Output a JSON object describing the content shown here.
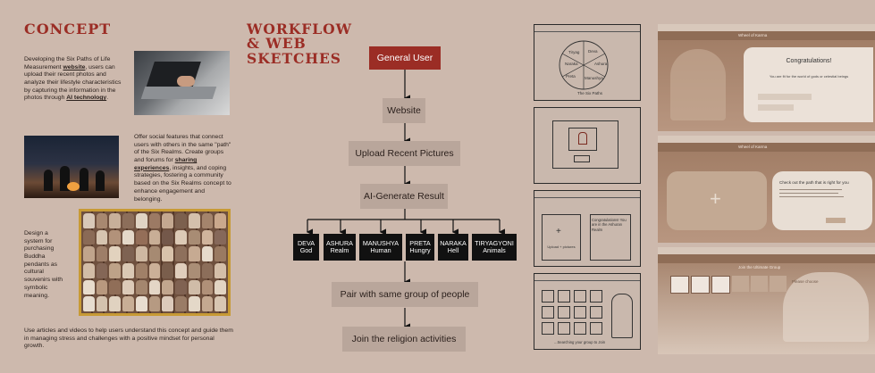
{
  "concept": {
    "title": "CONCEPT",
    "p1": {
      "pre": "Developing the Six Paths of Life Measurement ",
      "b1": "website",
      "mid": ", users can upload their recent photos and analyze their lifestyle characteristics by capturing the information in the photos through ",
      "b2": "AI technology",
      "post": "."
    },
    "p2": {
      "pre": "Offer social features that connect users with others in the same \"path\" of the Six Realms. Create groups and forums for ",
      "b1": "sharing experiences",
      "post": ", insights, and coping strategies, fostering a community based on the Six Realms concept to enhance engagement and belonging."
    },
    "p3": "Design a system for purchasing Buddha pendants as cultural souvenirs with symbolic meaning.",
    "p4": "Use articles and videos to help users understand this concept and guide them in managing stress and challenges with a positive mindset for personal growth."
  },
  "workflow": {
    "title_line1": "WORKFLOW",
    "title_line2": "& WEB",
    "title_line3": "SKETCHES",
    "steps": [
      "General User",
      "Website",
      "Upload Recent Pictures",
      "AI-Generate Result",
      "Pair with same group of people",
      "Join the religion activities"
    ],
    "realms": [
      {
        "name": "DEVA",
        "sub": "God"
      },
      {
        "name": "ASHURA",
        "sub": "Realm"
      },
      {
        "name": "MANUSHYA",
        "sub": "Human"
      },
      {
        "name": "PRETA",
        "sub": "Hungry"
      },
      {
        "name": "NARAKA",
        "sub": "Hell"
      },
      {
        "name": "TIRYAGYONI",
        "sub": "Animals"
      }
    ]
  },
  "sketches": {
    "s1_labels": [
      "Deva",
      "Ashura",
      "Manushya",
      "Preta",
      "Naraka",
      "Tiryag"
    ],
    "s1_caption": "The Six Paths",
    "s3_left": "Upload + pictures",
    "s3_right": "Congratulations! You are in the Ashuran Realm",
    "s4_caption": "...Searching your group to Join"
  },
  "screens": {
    "brand": "Wheel of Karma",
    "s1_title": "Congratulations!",
    "s1_text": "You are fit for the world of gods or celestial beings",
    "s2_text": "Check out the path that is right for you",
    "s3_title": "Join the Ultimate Group",
    "s3_sub": "Please choose"
  },
  "colors": {
    "accent": "#9b2d25",
    "background": "#cdb9ad",
    "flow_box": "#b9a69b",
    "realm_box": "#111111"
  }
}
